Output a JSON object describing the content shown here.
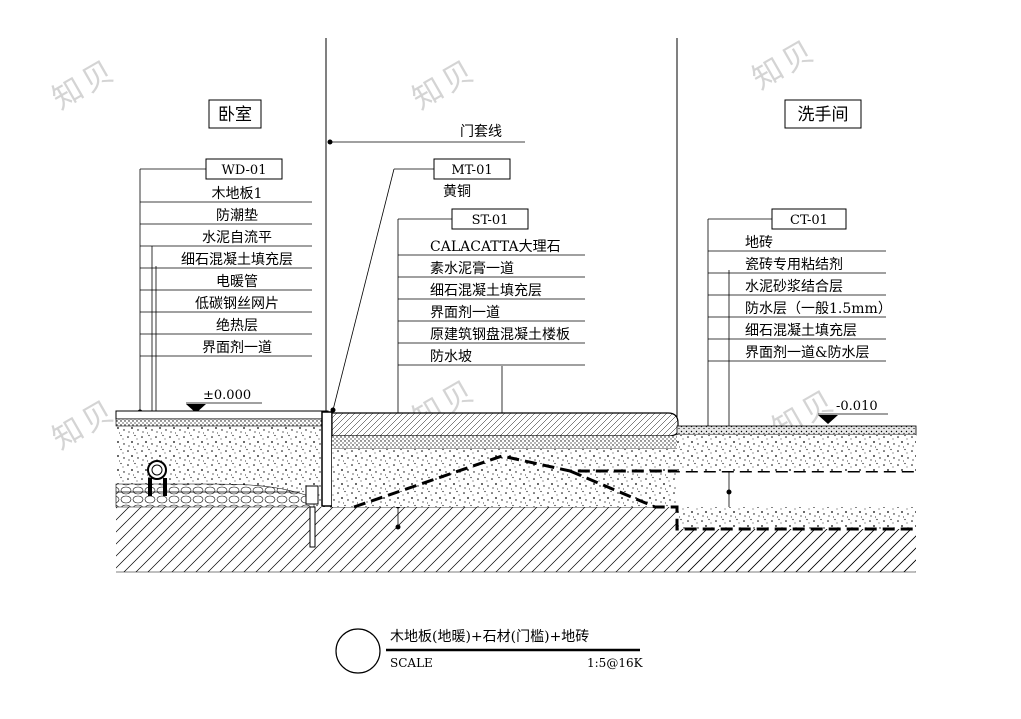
{
  "rooms": {
    "left": "卧室",
    "right": "洗手间"
  },
  "door_frame_label": "门套线",
  "tags": {
    "wd": "WD-01",
    "mt": "MT-01",
    "st": "ST-01",
    "ct": "CT-01"
  },
  "wd_layers": [
    "木地板1",
    "防潮垫",
    "水泥自流平",
    "细石混凝土填充层",
    "电暖管",
    "低碳钢丝网片",
    "绝热层",
    "界面剂一道"
  ],
  "mt_layers": [
    "黄铜"
  ],
  "st_layers": [
    "CALACATTA大理石",
    "素水泥膏一道",
    "细石混凝土填充层",
    "界面剂一道",
    "原建筑钢盘混凝土楼板",
    "防水坡"
  ],
  "ct_layers": [
    "地砖",
    "瓷砖专用粘结剂",
    "水泥砂浆结合层",
    "防水层（一般1.5mm）",
    "细石混凝土填充层",
    "界面剂一道&防水层"
  ],
  "elevations": {
    "left": "±0.000",
    "right": "-0.010"
  },
  "title_block": {
    "title": "木地板(地暖)+石材(门槛)+地砖",
    "scale_label": "SCALE",
    "scale_value": "1:5@16K"
  },
  "watermark": "知贝"
}
